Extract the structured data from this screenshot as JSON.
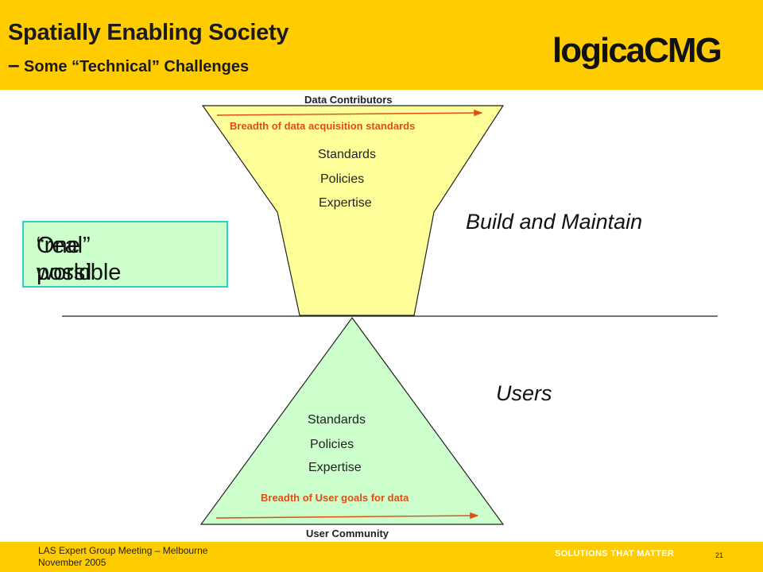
{
  "header": {
    "title": "Spatially Enabling Society",
    "subtitle_dash": "–",
    "subtitle": "Some “Technical” Challenges",
    "logo_text": "logicaCMG"
  },
  "diagram": {
    "top_label": "Data Contributors",
    "top_arrow_label": "Breadth of data acquisition standards",
    "top_items": [
      "Standards",
      "Policies",
      "Expertise"
    ],
    "bottom_items": [
      "Standards",
      "Policies",
      "Expertise"
    ],
    "bottom_arrow_label": "Breadth of User goals for data",
    "bottom_label": "User Community",
    "build_label": "Build and Maintain",
    "users_label": "Users",
    "note_line1": "One possible",
    "note_line2": "“real” world"
  },
  "footer": {
    "line1": "LAS Expert Group Meeting – Melbourne",
    "line2": "November 2005",
    "tagline": "SOLUTIONS THAT MATTER",
    "page_number": "21"
  },
  "colors": {
    "brand_yellow": "#ffcc00",
    "funnel_fill": "#ffff99",
    "triangle_fill": "#ccffcc",
    "note_border": "#33cccc",
    "arrow_orange": "#e04e14"
  }
}
